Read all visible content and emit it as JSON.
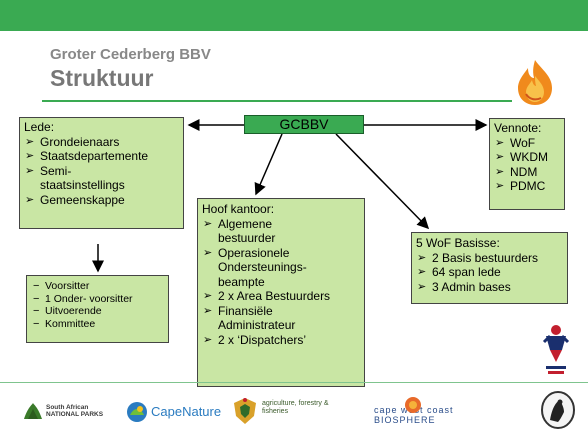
{
  "header": {
    "subtitle": "Groter Cederberg BBV",
    "title": "Struktuur"
  },
  "center_node": "GCBBV",
  "lede": {
    "heading": "Lede:",
    "items": [
      "Grondeienaars",
      "Staatsdepartemente",
      "Semi-",
      "staatsinstellings",
      "Gemeenskappe"
    ]
  },
  "vennote": {
    "heading": "Vennote:",
    "items": [
      "WoF",
      "WKDM",
      "NDM",
      "PDMC"
    ]
  },
  "committee": {
    "items": [
      "Voorsitter",
      "1 Onder- voorsitter",
      "Uitvoerende",
      "Kommittee"
    ]
  },
  "hoof_kantoor": {
    "heading": "Hoof kantoor:",
    "items": [
      "Algemene",
      "bestuurder",
      "Operasionele",
      "Ondersteunings-",
      "beampte",
      "2 x Area Bestuurders",
      "Finansiële",
      "Administrateur",
      "2 x ‘Dispatchers’"
    ]
  },
  "wof_basisse": {
    "heading": "5 WoF Basisse:",
    "items": [
      "2 Basis bestuurders",
      "64 span lede",
      "3 Admin bases"
    ]
  },
  "footer_logos": [
    "South African NATIONAL PARKS",
    "CapeNature",
    "agriculture, forestry & fisheries",
    "cape west coast BIOSPHERE"
  ],
  "colors": {
    "green_bar": "#3aaa52",
    "box_fill": "#c9e6a4",
    "center_fill": "#3aaa52"
  }
}
